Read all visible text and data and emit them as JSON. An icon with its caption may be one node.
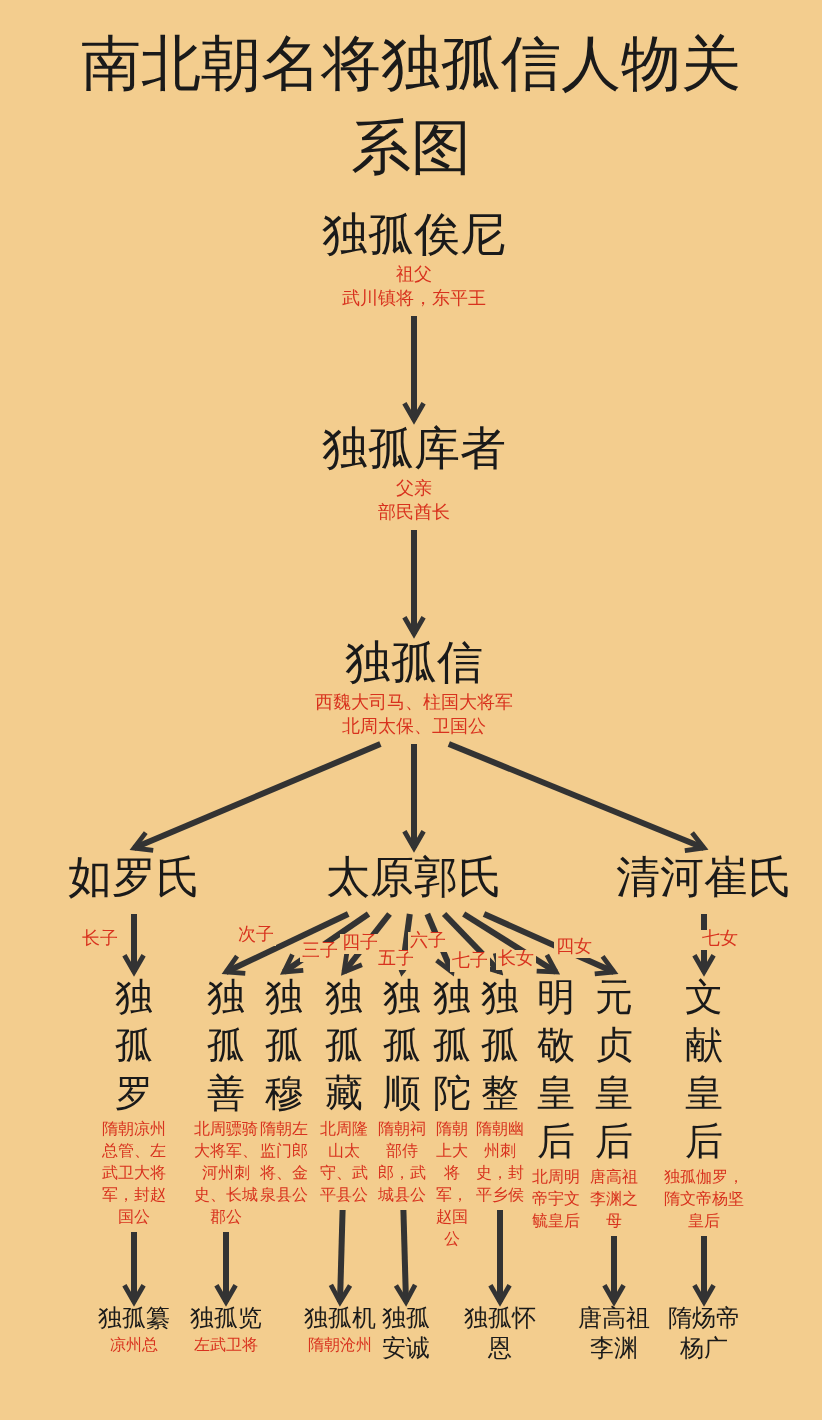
{
  "diagram": {
    "title": "南北朝名将独孤信人物关系图",
    "nodes": [
      {
        "text": [
          "独孤俟尼"
        ],
        "beside": [
          "祖父",
          "武川镇将，东平王"
        ]
      },
      {
        "text": [
          "独孤库者"
        ],
        "beside": [
          "父亲",
          "部民酋长"
        ]
      },
      {
        "text": [
          "独孤信"
        ],
        "beside": [
          "西魏大司马、柱国大将军",
          "北周太保、卫国公"
        ]
      },
      {
        "text": [
          "如罗氏"
        ]
      },
      {
        "text": [
          "太原郭氏"
        ]
      },
      {
        "text": [
          "清河崔氏"
        ]
      },
      {
        "text": [
          "独孤罗"
        ],
        "beside": [
          "隋朝凉州总管、左武卫大将军，封赵国公"
        ]
      },
      {
        "text": [
          "独孤善"
        ],
        "beside": [
          "北周骠骑大将军、河州刺史、长城郡公"
        ]
      },
      {
        "text": [
          "独孤穆"
        ],
        "beside": [
          "隋朝左监门郎将、金泉县公"
        ]
      },
      {
        "text": [
          "独孤藏"
        ],
        "beside": [
          "北周隆山太守、武平县公"
        ]
      },
      {
        "text": [
          "独孤顺"
        ],
        "beside": [
          "隋朝祠部侍郎，武城县公"
        ]
      },
      {
        "text": [
          "独孤陀"
        ],
        "beside": [
          "隋朝上大将军，赵国公"
        ]
      },
      {
        "text": [
          "独孤整"
        ],
        "beside": [
          "隋朝幽州刺史，封平乡侯"
        ]
      },
      {
        "text": [
          "明敬皇后"
        ],
        "beside": [
          "北周明帝宇文毓皇后"
        ]
      },
      {
        "text": [
          "元贞皇后"
        ],
        "beside": [
          "唐高祖李渊之母"
        ]
      },
      {
        "text": [
          "文献皇后"
        ],
        "beside": [
          "独孤伽罗，隋文帝杨坚皇后"
        ]
      },
      {
        "text": [
          "独孤纂"
        ],
        "beside": [
          "凉州总"
        ]
      },
      {
        "text": [
          "独孤览"
        ],
        "beside": [
          "左武卫将"
        ]
      },
      {
        "text": [
          "独孤机"
        ],
        "beside": [
          "隋朝沧州"
        ]
      },
      {
        "text": [
          "独孤安诚"
        ]
      },
      {
        "text": [
          "独孤怀恩"
        ]
      },
      {
        "text": [
          "唐高祖李渊"
        ]
      },
      {
        "text": [
          "隋炀帝杨广"
        ]
      }
    ],
    "edges": [
      {
        "from": 0,
        "to": 1,
        "arrow": "to"
      },
      {
        "from": 1,
        "to": 2,
        "arrow": "to"
      },
      {
        "from": 2,
        "to": 3,
        "arrow": "to"
      },
      {
        "from": 2,
        "to": 4,
        "arrow": "to"
      },
      {
        "from": 2,
        "to": 5,
        "arrow": "to"
      },
      {
        "from": 3,
        "to": 6,
        "arrow": "to",
        "label": "长子"
      },
      {
        "from": 4,
        "to": 7,
        "arrow": "to",
        "label": "次子"
      },
      {
        "from": 4,
        "to": 8,
        "arrow": "to",
        "label": "三子"
      },
      {
        "from": 4,
        "to": 9,
        "arrow": "to",
        "label": "四子"
      },
      {
        "from": 4,
        "to": 10,
        "arrow": "to",
        "label": "五子"
      },
      {
        "from": 4,
        "to": 11,
        "arrow": "to",
        "label": "六子"
      },
      {
        "from": 4,
        "to": 12,
        "arrow": "to",
        "label": "七子"
      },
      {
        "from": 4,
        "to": 13,
        "arrow": "to",
        "label": "长女"
      },
      {
        "from": 4,
        "to": 14,
        "arrow": "to",
        "label": "四女"
      },
      {
        "from": 5,
        "to": 15,
        "arrow": "to",
        "label": "七女"
      },
      {
        "from": 6,
        "to": 16,
        "arrow": "to"
      },
      {
        "from": 7,
        "to": 17,
        "arrow": "to"
      },
      {
        "from": 9,
        "to": 18,
        "arrow": "to"
      },
      {
        "from": 10,
        "to": 19,
        "arrow": "to"
      },
      {
        "from": 12,
        "to": 20,
        "arrow": "to"
      },
      {
        "from": 14,
        "to": 21,
        "arrow": "to"
      },
      {
        "from": 15,
        "to": 22,
        "arrow": "to"
      }
    ]
  }
}
